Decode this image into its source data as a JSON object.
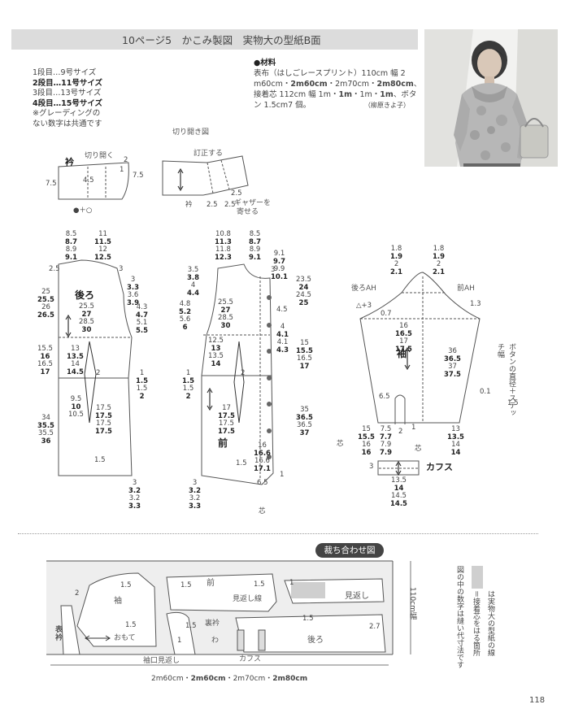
{
  "header": {
    "title": "10ページ5　かこみ製図　実物大の型紙B面"
  },
  "sizes": {
    "lines": [
      {
        "text": "1段目…9号サイズ",
        "bold": false
      },
      {
        "text": "2段目…11号サイズ",
        "bold": true
      },
      {
        "text": "3段目…13号サイズ",
        "bold": false
      },
      {
        "text": "4段目…15号サイズ",
        "bold": true
      }
    ],
    "note_line1": "※グレーディングの",
    "note_line2": "ない数字は共通です"
  },
  "materials": {
    "heading": "●材料",
    "line1": "表布（はしごレースプリント）110cm 幅 2",
    "line2a": "m60cm・",
    "line2b": "2m60cm",
    "line2c": "・2m70cm・",
    "line2d": "2m80cm",
    "line2e": "、",
    "line3a": "接着芯 112cm 幅 1m・",
    "line3b": "1m",
    "line3c": "・1m・",
    "line3d": "1m",
    "line3e": "、ボタ",
    "line4": "ン 1.5cm7 個。",
    "credit": "（柳原きよ子）"
  },
  "collar": {
    "name": "衿",
    "kiri_hiraku": "切り開く",
    "kirihiraki_title": "切り開き図",
    "teisei": "訂正する",
    "gather": "ギャザーを",
    "gather2": "寄せる",
    "n_75a": "7.5",
    "n_75b": "7.5",
    "n_45": "4.5",
    "n_1": "1",
    "n_2": "2",
    "n_25a": "2.5",
    "n_25b": "2.5",
    "n_25c": "2.5",
    "formula": "●＋○",
    "collar2": "衿"
  },
  "back": {
    "name": "後ろ",
    "top": [
      [
        "8.5",
        "8.7",
        "8.9",
        "9.1"
      ],
      [
        "11",
        "11.5",
        "12",
        "12.5"
      ]
    ],
    "left1": [
      "25",
      "25.5",
      "26",
      "26.5"
    ],
    "mid1": [
      "25.5",
      "27",
      "28.5",
      "30"
    ],
    "right1": [
      "3",
      "3.3",
      "3.6",
      "3.9"
    ],
    "right2": [
      "4.3",
      "4.7",
      "5.1",
      "5.5"
    ],
    "left2": [
      "15.5",
      "16",
      "16.5",
      "17"
    ],
    "mid2": [
      "13",
      "13.5",
      "14",
      "14.5"
    ],
    "side1": [
      "1",
      "1.5",
      "1.5",
      "2"
    ],
    "left3": [
      "34",
      "35.5",
      "35.5",
      "36"
    ],
    "dart1": [
      "9.5",
      "10",
      "10.5"
    ],
    "dart2": [
      "17.5",
      "17.5",
      "17.5",
      "17.5"
    ],
    "hem": [
      "3",
      "3.2",
      "3.2",
      "3.3"
    ],
    "n_25": "2.5",
    "n_3": "3",
    "n_2": "2",
    "n_15": "1.5"
  },
  "front": {
    "name": "前",
    "top1": [
      "10.8",
      "11.3",
      "11.8",
      "12.3"
    ],
    "top2": [
      "8.5",
      "8.7",
      "8.9",
      "9.1"
    ],
    "right_top": [
      "9.1",
      "9.7",
      "9.9",
      "10.1"
    ],
    "left1": [
      "3.5",
      "3.8",
      "4",
      "4.4"
    ],
    "left2": [
      "4.8",
      "5.2",
      "5.6",
      "6"
    ],
    "mid1": [
      "25.5",
      "27",
      "28.5",
      "30"
    ],
    "right1": [
      "23.5",
      "24",
      "24.5",
      "25"
    ],
    "button_s": [
      "4",
      "4.1",
      "4.1",
      "4.3"
    ],
    "right2": [
      "15",
      "15.5",
      "16.5",
      "17"
    ],
    "mid2": [
      "12.5",
      "13",
      "13.5",
      "14"
    ],
    "side1": [
      "1",
      "1.5",
      "1.5",
      "2"
    ],
    "dart": [
      "17",
      "17.5",
      "17.5",
      "17.5"
    ],
    "right3": [
      "35",
      "36.5",
      "36.5",
      "37"
    ],
    "facing": [
      "16",
      "16.6",
      "16.6",
      "17.1"
    ],
    "hem": [
      "3",
      "3.2",
      "3.2",
      "3.3"
    ],
    "n_3": "3",
    "n_2": "2",
    "n_15": "1.5",
    "n_65": "6.5",
    "n_1": "1",
    "n_45": "4.5",
    "shin": "芯"
  },
  "sleeve": {
    "name": "袖",
    "back_ah": "後ろAH",
    "front_ah": "前AH",
    "cap_left": [
      "1.8",
      "1.9",
      "2",
      "2.1"
    ],
    "cap_right": [
      "1.8",
      "1.9",
      "2",
      "2.1"
    ],
    "tri": "△+3",
    "n_07": "0.7",
    "n_13": "1.3",
    "mid": [
      "16",
      "16.5",
      "17",
      "17.5"
    ],
    "len": [
      "36",
      "36.5",
      "37",
      "37.5"
    ],
    "n_65": "6.5",
    "bottom_left": [
      "15",
      "15.5",
      "16",
      "16"
    ],
    "bottom_mid": [
      "7.5",
      "7.7",
      "7.9",
      "7.9"
    ],
    "bottom_right": [
      "13",
      "13.5",
      "14",
      "14"
    ],
    "n_2": "2",
    "n_1": "1",
    "shin1": "芯",
    "shin2": "芯"
  },
  "cuffs": {
    "name": "カフス",
    "w": [
      "13.5",
      "14",
      "14.5",
      "14.5"
    ],
    "n_3": "3"
  },
  "button_note": {
    "text": "ボタンの直径＋ステッチ幅",
    "n_01": "0.1",
    "n_15": "1.5"
  },
  "layout": {
    "title": "裁ち合わせ図",
    "sleeve": "袖",
    "front": "前",
    "collar": "表衿",
    "back_collar": "裏衿",
    "mitsue_facing": "見返し線",
    "facing": "見返し",
    "back": "後ろ",
    "cuff": "カフス",
    "cuff_facing": "袖口見返し",
    "omote": "おもて",
    "wa": "わ",
    "width_label": "110cm幅",
    "length": "2m60cm・2m60cm・2m70cm・2m80cm",
    "length_a": "2m60cm・",
    "length_b": "2m60cm",
    "length_c": "・2m70cm・",
    "length_d": "2m80cm",
    "n_15a": "1.5",
    "n_15b": "1.5",
    "n_15c": "1.5",
    "n_15d": "1.5",
    "n_15e": "1.5",
    "n_15f": "1.5",
    "n_1a": "1",
    "n_1b": "1",
    "n_2": "2",
    "n_27": "2.7"
  },
  "legend": {
    "line1": "は実物大の型紙の線",
    "line2": "＝接着芯をはる箇所",
    "line3": "図の中の数字は縫い代寸法です"
  },
  "page_number": "118"
}
